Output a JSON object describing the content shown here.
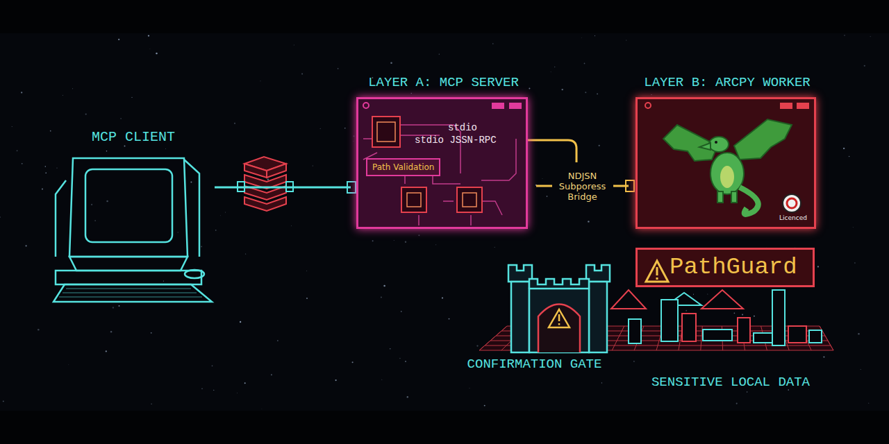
{
  "diagram": {
    "nodes": [
      {
        "text": [
          "MCP CLIENT"
        ]
      },
      {
        "text": [
          "LAYER A: MCP SERVER",
          "stdio",
          "stdio JSSN-RPC"
        ]
      },
      {
        "text": [
          "Path Validation"
        ],
        "in": 1
      },
      {
        "text": [
          "LAYER B: ARCPY WORKER"
        ]
      },
      {
        "text": [
          "Licenced"
        ],
        "in": 3
      },
      {
        "text": [
          "PathGuard"
        ]
      },
      {
        "text": [
          "CONFIRMATION GATE"
        ]
      },
      {
        "text": [
          "SENSITIVE LOCAL DATA"
        ]
      }
    ],
    "edges": [
      {
        "from": 0,
        "to": 1,
        "arrow": "none"
      },
      {
        "from": 1,
        "to": 3,
        "label": "NDJSN Subporess Bridge",
        "arrow": "none"
      }
    ]
  }
}
